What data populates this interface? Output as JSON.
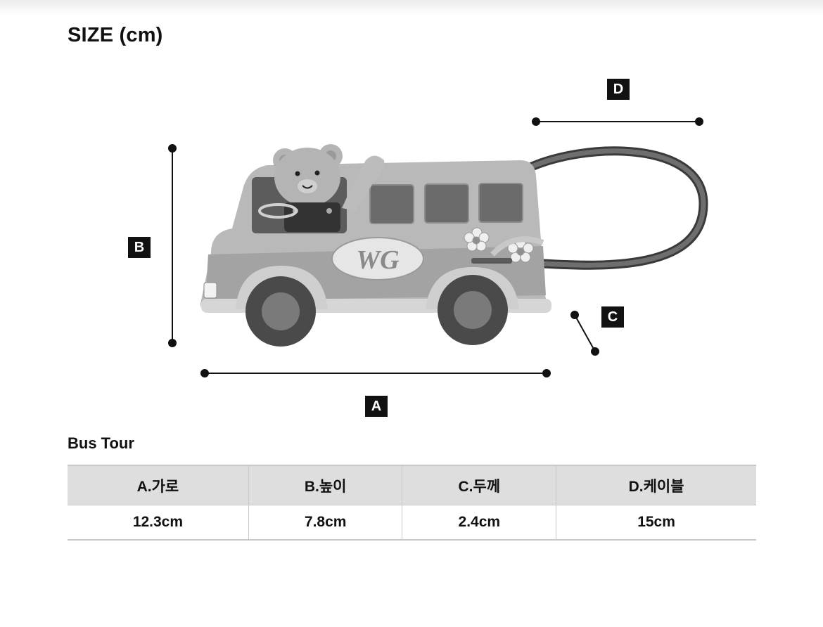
{
  "page": {
    "title": "SIZE (cm)"
  },
  "diagram": {
    "labels": {
      "a": "A",
      "b": "B",
      "c": "C",
      "d": "D"
    },
    "logo_text": "WG"
  },
  "product": {
    "name": "Bus Tour"
  },
  "table": {
    "headers": [
      "A.가로",
      "B.높이",
      "C.두께",
      "D.케이블"
    ],
    "values": [
      "12.3cm",
      "7.8cm",
      "2.4cm",
      "15cm"
    ]
  }
}
